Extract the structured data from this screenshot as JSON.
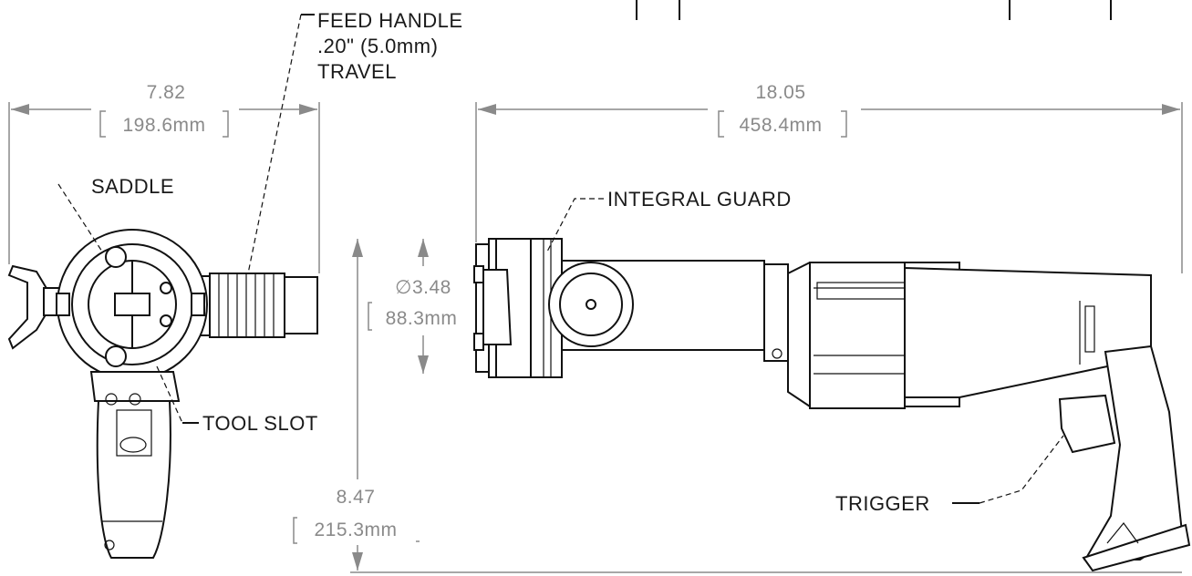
{
  "labels": {
    "feed_handle_1": "FEED HANDLE",
    "feed_handle_2": ".20\" (5.0mm)",
    "feed_handle_3": "TRAVEL",
    "saddle": "SADDLE",
    "tool_slot": "TOOL SLOT",
    "integral_guard": "INTEGRAL GUARD",
    "trigger": "TRIGGER"
  },
  "dimensions": {
    "end_width_in": "7.82",
    "end_width_mm": "198.6mm",
    "overall_length_in": "18.05",
    "overall_length_mm": "458.4mm",
    "diameter_in": "∅3.48",
    "diameter_mm": "88.3mm",
    "height_in": "8.47",
    "height_mm": "215.3mm"
  },
  "colors": {
    "line": "#111111",
    "dimension": "#8a8a8a",
    "background": "#ffffff"
  }
}
